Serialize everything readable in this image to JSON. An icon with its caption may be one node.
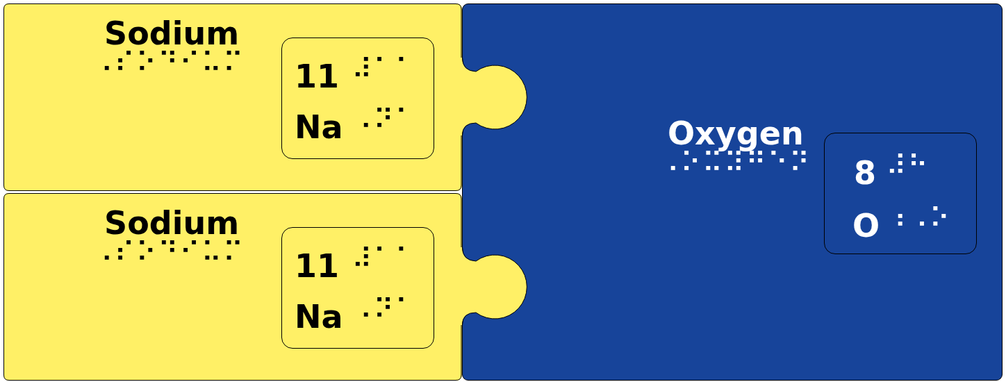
{
  "diagram": {
    "nodes": [
      {
        "text": [
          "Sodium",
          "⠠⠎⠕⠙⠊⠥⠍"
        ]
      },
      {
        "text": [
          "11",
          "⠼⠁⠁",
          "Na",
          "⠠⠝⠁"
        ],
        "in": 0
      },
      {
        "text": [
          "Sodium",
          "⠠⠎⠕⠙⠊⠥⠍"
        ]
      },
      {
        "text": [
          "11",
          "⠼⠁⠁",
          "Na",
          "⠠⠝⠁"
        ],
        "in": 2
      },
      {
        "text": [
          "Oxygen",
          "⠠⠕⠭⠽⠛⠑⠝"
        ]
      },
      {
        "text": [
          "8",
          "⠼⠓",
          "O",
          "⠰⠠⠕"
        ],
        "in": 4
      }
    ]
  }
}
